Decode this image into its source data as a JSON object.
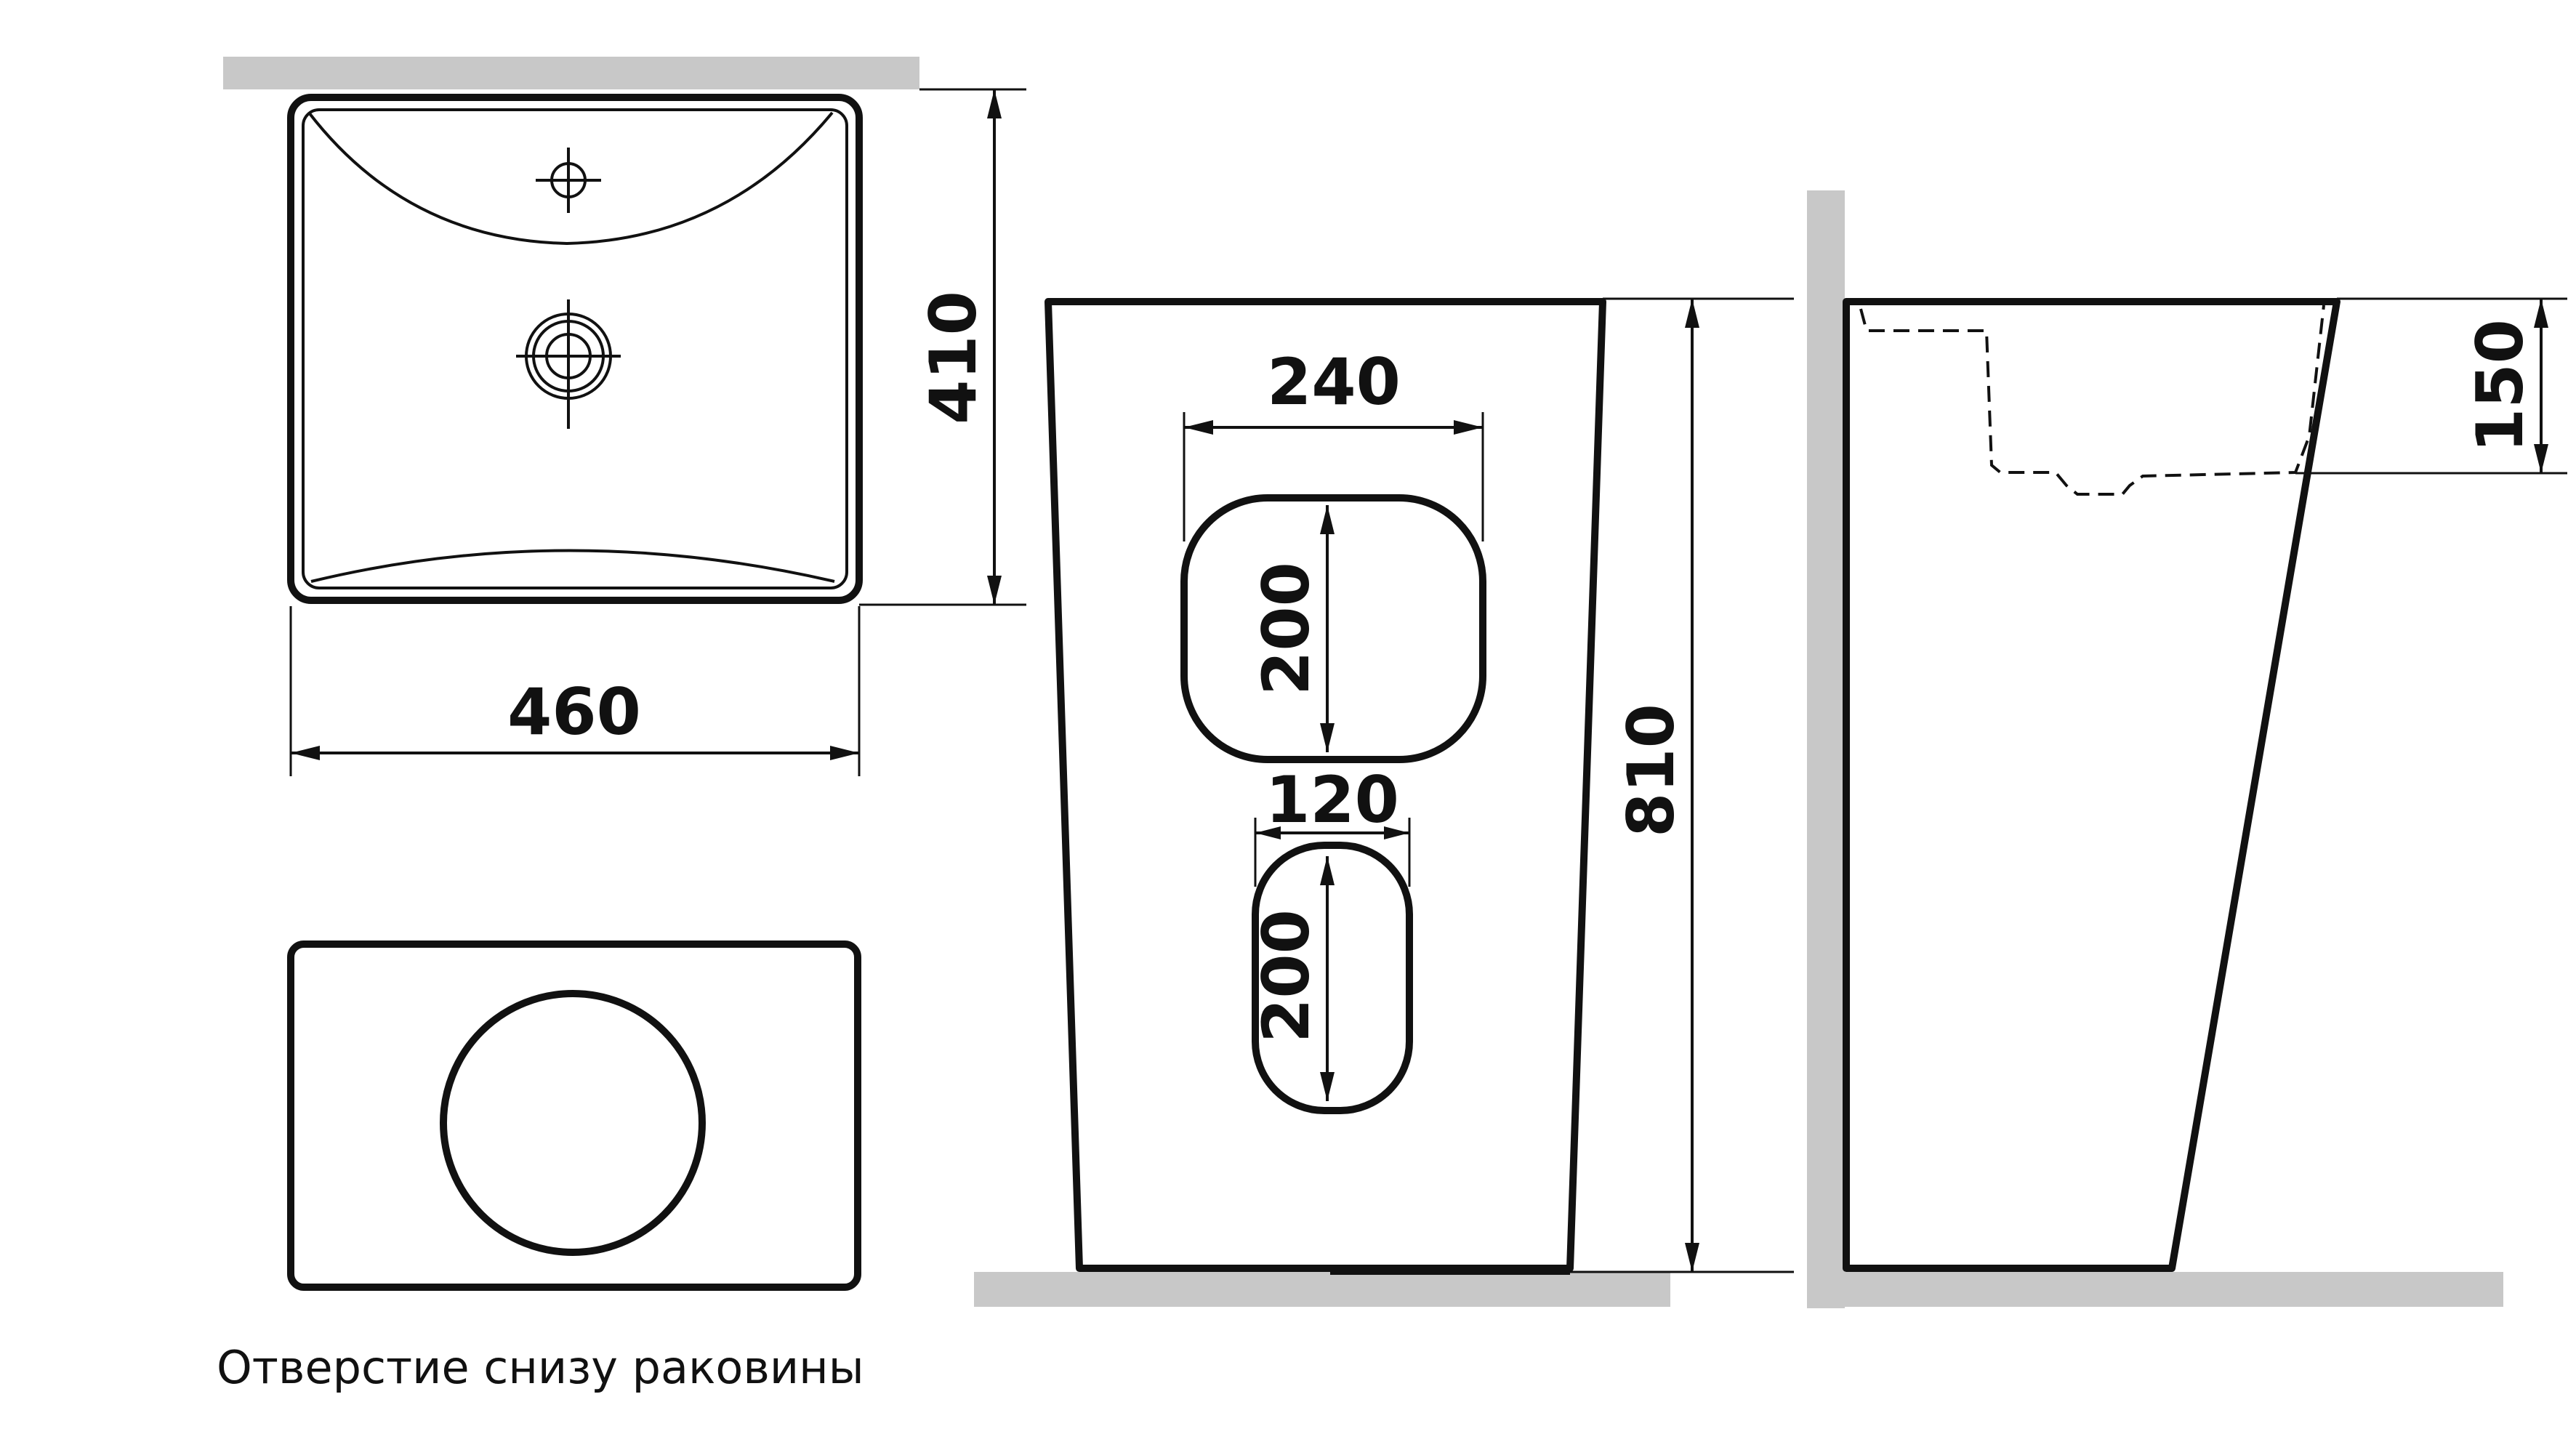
{
  "dimensions": {
    "top_view_width": "460",
    "top_view_depth": "410",
    "front_height": "810",
    "upper_opening_width": "240",
    "upper_opening_height": "200",
    "lower_opening_width": "120",
    "lower_opening_height": "200",
    "bowl_depth": "150"
  },
  "caption": "Отверстие снизу раковины",
  "colors": {
    "line": "#111111",
    "wall": "#c8c8c8",
    "background": "#ffffff"
  }
}
